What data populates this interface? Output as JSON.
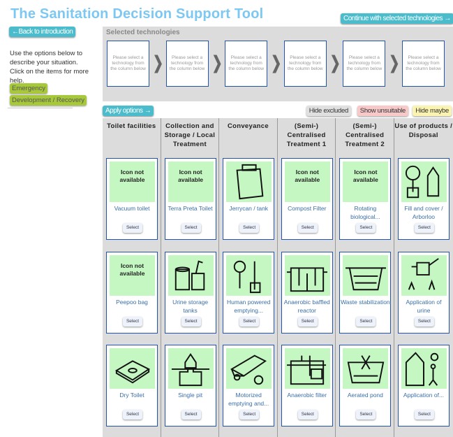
{
  "header": {
    "title": "The Sanitation Decision Support Tool",
    "continue_label": "Continue with selected technologies →"
  },
  "sidebar": {
    "back_label": "←Back to introduction",
    "intro": "Use the options below to describe your situation. Click on the items for more help.",
    "options": [
      "Emergency",
      "Development / Recovery"
    ]
  },
  "selected": {
    "title": "Selected technologies",
    "placeholder": "Please select a technology from the column below",
    "slots": 6
  },
  "toolbar": {
    "apply_label": "Apply options →",
    "hide_excluded": "Hide excluded",
    "show_unsuitable": "Show unsuitable",
    "hide_maybe": "Hide maybe"
  },
  "colors": {
    "accent": "#4bbccc",
    "title": "#7cc8f2",
    "icon_bg": "#c4f7c2",
    "card_border": "#2255aa"
  },
  "columns": [
    {
      "title": "Toilet facilities",
      "items": [
        {
          "name": "Vacuum toilet",
          "icon": "none"
        },
        {
          "name": "Peepoo bag",
          "icon": "none"
        },
        {
          "name": "Dry Toilet",
          "icon": "dry-toilet-icon"
        }
      ]
    },
    {
      "title": "Collection and Storage / Local Treatment",
      "items": [
        {
          "name": "Terra Preta Toilet",
          "icon": "none"
        },
        {
          "name": "Urine storage tanks",
          "icon": "urine-tank-icon"
        },
        {
          "name": "Single pit",
          "icon": "single-pit-icon"
        }
      ]
    },
    {
      "title": "Conveyance",
      "items": [
        {
          "name": "Jerrycan / tank",
          "icon": "jerrycan-icon"
        },
        {
          "name": "Human powered emptying...",
          "icon": "human-emptying-icon"
        },
        {
          "name": "Motorized emptying and...",
          "icon": "truck-icon"
        }
      ]
    },
    {
      "title": "(Semi-) Centralised Treatment 1",
      "items": [
        {
          "name": "Compost Filter",
          "icon": "none"
        },
        {
          "name": "Anaerobic baffled reactor",
          "icon": "baffled-reactor-icon"
        },
        {
          "name": "Anaerobic filter",
          "icon": "anaerobic-filter-icon"
        }
      ]
    },
    {
      "title": "(Semi-) Centralised Treatment 2",
      "items": [
        {
          "name": "Rotating biological...",
          "icon": "none"
        },
        {
          "name": "Waste stabilization",
          "icon": "waste-stabilization-icon"
        },
        {
          "name": "Aerated pond",
          "icon": "aerated-pond-icon"
        }
      ]
    },
    {
      "title": "Use of products / Disposal",
      "items": [
        {
          "name": "Fill and cover / Arborloo",
          "icon": "arborloo-icon"
        },
        {
          "name": "Application of urine",
          "icon": "watering-can-icon"
        },
        {
          "name": "Application of...",
          "icon": "application-icon"
        }
      ]
    }
  ],
  "labels": {
    "icon_na": "Icon not available",
    "select": "Select"
  }
}
